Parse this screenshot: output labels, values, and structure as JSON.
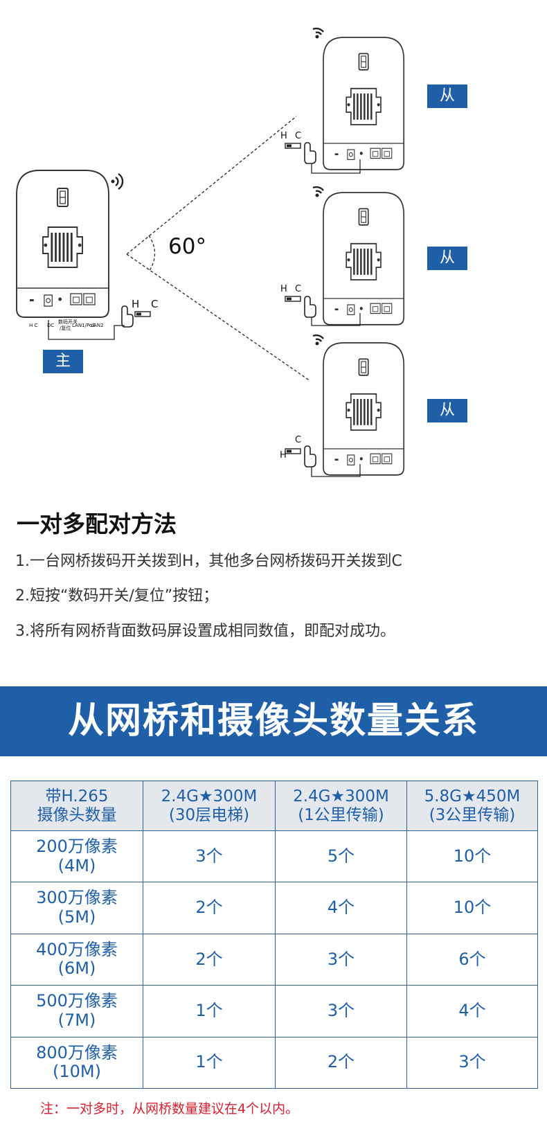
{
  "diagram": {
    "main_label": "主",
    "slave_label": "从",
    "angle_label": "60°",
    "switch_h": "H",
    "switch_c": "C",
    "port_labels": {
      "dc": "DC",
      "reset": "/复位",
      "code_switch": "数码开关",
      "lan1": "LAN1/PoE",
      "lan2": "LAN2",
      "hc": "H  C"
    }
  },
  "pairing": {
    "title": "一对多配对方法",
    "steps": [
      "1.一台网桥拨码开关拨到H，其他多台网桥拨码开关拨到C",
      "2.短按“数码开关/复位”按钮；",
      "3.将所有网桥背面数码屏设置成相同数值，即配对成功。"
    ]
  },
  "banner": {
    "title": "从网桥和摄像头数量关系"
  },
  "table": {
    "header": [
      {
        "line1": "带H.265",
        "line2": "摄像头数量"
      },
      {
        "line1": "2.4G★300M",
        "line2": "(30层电梯)"
      },
      {
        "line1": "2.4G★300M",
        "line2": "(1公里传输)"
      },
      {
        "line1": "5.8G★450M",
        "line2": "(3公里传输)"
      }
    ],
    "rows": [
      {
        "line1": "200万像素",
        "line2": "(4M)",
        "values": [
          "3个",
          "5个",
          "10个"
        ]
      },
      {
        "line1": "300万像素",
        "line2": "(5M)",
        "values": [
          "2个",
          "4个",
          "10个"
        ]
      },
      {
        "line1": "400万像素",
        "line2": "(6M)",
        "values": [
          "2个",
          "3个",
          "6个"
        ]
      },
      {
        "line1": "500万像素",
        "line2": "(7M)",
        "values": [
          "1个",
          "3个",
          "4个"
        ]
      },
      {
        "line1": "800万像素",
        "line2": "(10M)",
        "values": [
          "1个",
          "2个",
          "3个"
        ]
      }
    ]
  },
  "note": "注：一对多时，从网桥数量建议在4个以内。",
  "colors": {
    "accent": "#1f5fa8",
    "note": "#d6202f",
    "header_bg": "#e4e7ec"
  }
}
